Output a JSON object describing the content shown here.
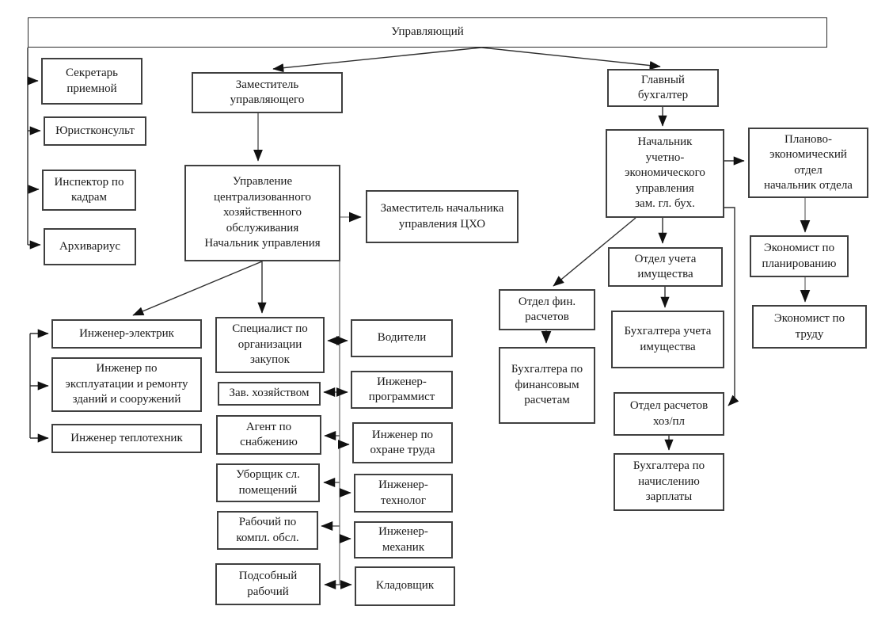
{
  "chart_data": {
    "type": "org-diagram",
    "title": "Управляющий",
    "hierarchy_note": "Организационная структура: Управляющий → Заместитель управляющего (ЦХО) и Главный бухгалтер (учетно-экономическое управление)"
  },
  "colors": {
    "background": "#ffffff",
    "box_border": "#3f3f3f",
    "connector": "#2f2f2f",
    "connector_gray": "#8c8c8c",
    "text": "#1a1a1a"
  },
  "boxes": {
    "manager": {
      "label": "Управляющий"
    },
    "secretary": {
      "label": "Секретарь\nприемной"
    },
    "lawyer": {
      "label": "Юристконсульт"
    },
    "hr_inspector": {
      "label": "Инспектор по\nкадрам"
    },
    "archivist": {
      "label": "Архивариус"
    },
    "deputy_manager": {
      "label": "Заместитель\nуправляющего"
    },
    "cho_management": {
      "label": "Управление\nцентрализованного\nхозяйственного\nобслуживания\nНачальник управления"
    },
    "deputy_cho": {
      "label": "Заместитель начальника\nуправления ЦХО"
    },
    "chief_accountant": {
      "label": "Главный\nбухгалтер"
    },
    "accounting_head": {
      "label": "Начальник\nучетно-\nэкономического\nуправления\nзам. гл. бух."
    },
    "planning_dept": {
      "label": "Планово-\nэкономический\nотдел\nначальник отдела"
    },
    "planning_economist": {
      "label": "Экономист по\nпланированию"
    },
    "labor_economist": {
      "label": "Экономист по\nтруду"
    },
    "fin_dept": {
      "label": "Отдел фин.\nрасчетов"
    },
    "fin_accountants": {
      "label": "Бухгалтера по\nфинансовым\nрасчетам"
    },
    "property_dept": {
      "label": "Отдел учета\nимущества"
    },
    "property_accountants": {
      "label": "Бухгалтера учета\nимущества"
    },
    "hoz_dept": {
      "label": "Отдел расчетов\nхоз/пл"
    },
    "salary_accountants": {
      "label": "Бухгалтера по\nначислению\nзарплаты"
    },
    "electrician": {
      "label": "Инженер-электрик"
    },
    "building_engineer": {
      "label": "Инженер по\nэксплуатации и ремонту\nзданий и сооружений"
    },
    "heat_engineer": {
      "label": "Инженер теплотехник"
    },
    "procurement_specialist": {
      "label": "Специалист по\nорганизации\nзакупок"
    },
    "steward": {
      "label": "Зав. хозяйством"
    },
    "supply_agent": {
      "label": "Агент по\nснабжению"
    },
    "cleaner": {
      "label": "Уборщик сл.\nпомещений"
    },
    "complex_worker": {
      "label": "Рабочий по\nкомпл. обсл."
    },
    "helper_worker": {
      "label": "Подсобный\nрабочий"
    },
    "drivers": {
      "label": "Водители"
    },
    "programmer": {
      "label": "Инженер-\nпрограммист"
    },
    "safety_engineer": {
      "label": "Инженер по\nохране труда"
    },
    "technologist": {
      "label": "Инженер-\nтехнолог"
    },
    "mechanic": {
      "label": "Инженер-\nмеханик"
    },
    "storekeeper": {
      "label": "Кладовщик"
    }
  }
}
